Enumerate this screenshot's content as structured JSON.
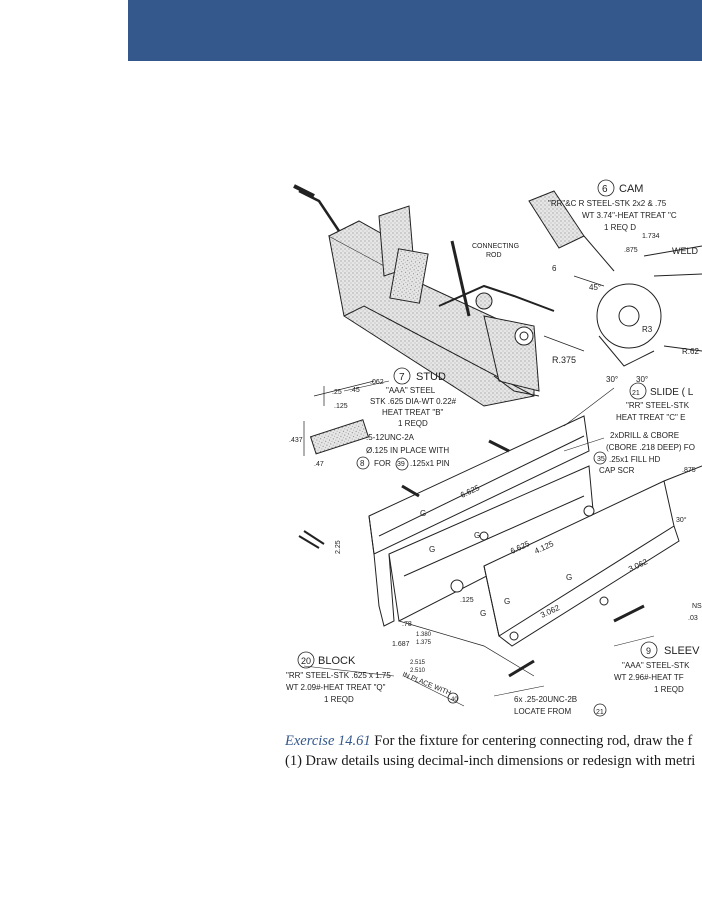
{
  "header": {
    "color": "#34588c"
  },
  "figure": {
    "labels": {
      "cam_num": "6",
      "cam": "CAM",
      "cam_spec1": "\"RR\"&C R STEEL-STK 2x2 & .75",
      "cam_spec2": "WT 3.74\"-HEAT TREAT \"C",
      "cam_reqd": "1 REQ D",
      "weld": "WELD",
      "connecting_rod": "CONNECTING",
      "connecting_rod2": "ROD",
      "r375": "R.375",
      "dim_875": ".875",
      "dim_1734": "1.734",
      "dim_45": "45°",
      "dim_6": "6",
      "dim_r3": "R3",
      "dim_30a": "30°",
      "dim_30b": "30°",
      "r62": "R.62",
      "stud_num": "7",
      "stud": "STUD",
      "stud_spec1": "\"AAA\" STEEL",
      "stud_spec2": "STK .625 DIA-WT 0.22#",
      "stud_spec3": "HEAT TREAT \"B\"",
      "stud_reqd": "1 REQD",
      "stud_dim1": ".25",
      "stud_dim2": ".45",
      "stud_dim3": ".062",
      "stud_dim4": ".125",
      "stud_dim5": ".437",
      "stud_dim6": ".47",
      "stud_thread": ".5-12UNC-2A",
      "stud_pin1": "Ø.125 IN PLACE WITH",
      "stud_pin2_num": "8",
      "stud_pin2": "FOR",
      "stud_pin2_num2": "39",
      "stud_pin2b": ".125x1 PIN",
      "slide_num": "21",
      "slide": "SLIDE ( L",
      "slide_spec1": "\"RR\" STEEL-STK",
      "slide_spec2": "HEAT TREAT \"C\" E",
      "drill1": "2xDRILL & CBORE",
      "drill2": "(CBORE .218 DEEP) FO",
      "drill3_num": "35",
      "drill3": ".25x1 FILL HD",
      "drill4": "CAP SCR",
      "dim_875b": ".875",
      "dim_6625a": "6.625",
      "dim_6625b": "6.625",
      "dim_4125": "4.125",
      "dim_3062a": "3.062",
      "dim_3062b": "3.062",
      "g1": "G",
      "g2": "G",
      "g3": "G",
      "g4": "G",
      "g5": "G",
      "g6": "G",
      "dim_225": "2.25",
      "dim_125": ".125",
      "dim_78": ".78",
      "dim_1380": "1.380",
      "dim_1375": "1.375",
      "dim_2515": "2.515",
      "dim_2510": "2.510",
      "dim_1687": "1.687",
      "in_place": "IN PLACE WITH",
      "in_place_num": "40",
      "block_num": "20",
      "block": "BLOCK",
      "block_spec1": "\"RR\" STEEL-STK .625 x 1.75",
      "block_spec2": "WT 2.09#-HEAT TREAT \"Q\"",
      "block_reqd": "1 REQD",
      "screw1": "6x .25-20UNC-2B",
      "screw2": "LOCATE FROM",
      "screw2_num": "21",
      "sleeve_num": "9",
      "sleeve": "SLEEV",
      "sleeve_spec1": "\"AAA\" STEEL-STK",
      "sleeve_spec2": "WT 2.96#-HEAT TF",
      "sleeve_reqd": "1 REQD",
      "dim_30c": "30°",
      "dim_ns": "NS",
      "dim_03": ".03"
    }
  },
  "caption": {
    "exercise": "Exercise 14.61",
    "line1": "For the fixture for centering connecting rod, draw the f",
    "line2": "(1) Draw details using decimal-inch dimensions or redesign with metri"
  }
}
